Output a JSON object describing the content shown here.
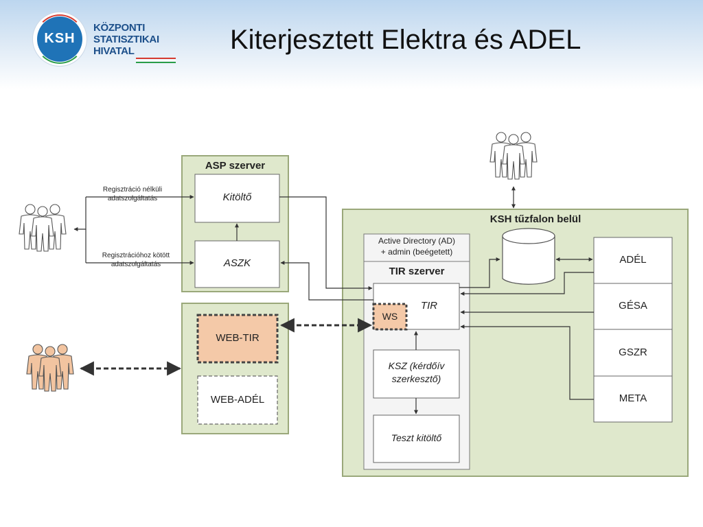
{
  "header": {
    "logo_abbr": "KSH",
    "logo_line1": "KÖZPONTI",
    "logo_line2": "STATISZTIKAI",
    "logo_line3": "HIVATAL",
    "title": "Kiterjesztett Elektra és ADEL"
  },
  "colors": {
    "container_fill": "#dfe8cc",
    "container_border": "#9aa87a",
    "highlight_fill": "#f4c9a8",
    "person_gray": "#ffffff",
    "person_peach": "#f2c4a0",
    "arrow": "#333333"
  },
  "diagram": {
    "asp_server": {
      "title": "ASP szerver",
      "kitolto": "Kitöltő",
      "aszk": "ASZK"
    },
    "left_labels": {
      "reg_nelkul_1": "Regisztráció nélküli",
      "reg_nelkul_2": "adatszolgáltatás",
      "reg_kotott_1": "Regisztrációhoz kötött",
      "reg_kotott_2": "adatszolgáltatás"
    },
    "web_group": {
      "web_tir": "WEB-TIR",
      "web_adel": "WEB-ADÉL"
    },
    "ksh_firewall": {
      "title": "KSH tűzfalon belül",
      "ad_line1": "Active Directory (AD)",
      "ad_line2": "+ admin (beégetett)",
      "tir_server_title": "TIR szerver",
      "tir": "TIR",
      "ws": "WS",
      "ksz_line1": "KSZ (kérdőív",
      "ksz_line2": "szerkesztő)",
      "teszt": "Teszt kitöltő",
      "systems": [
        "ADÉL",
        "GÉSA",
        "GSZR",
        "META"
      ]
    },
    "icons": [
      "users-group-icon-left",
      "users-group-icon-top",
      "users-group-icon-web"
    ]
  }
}
